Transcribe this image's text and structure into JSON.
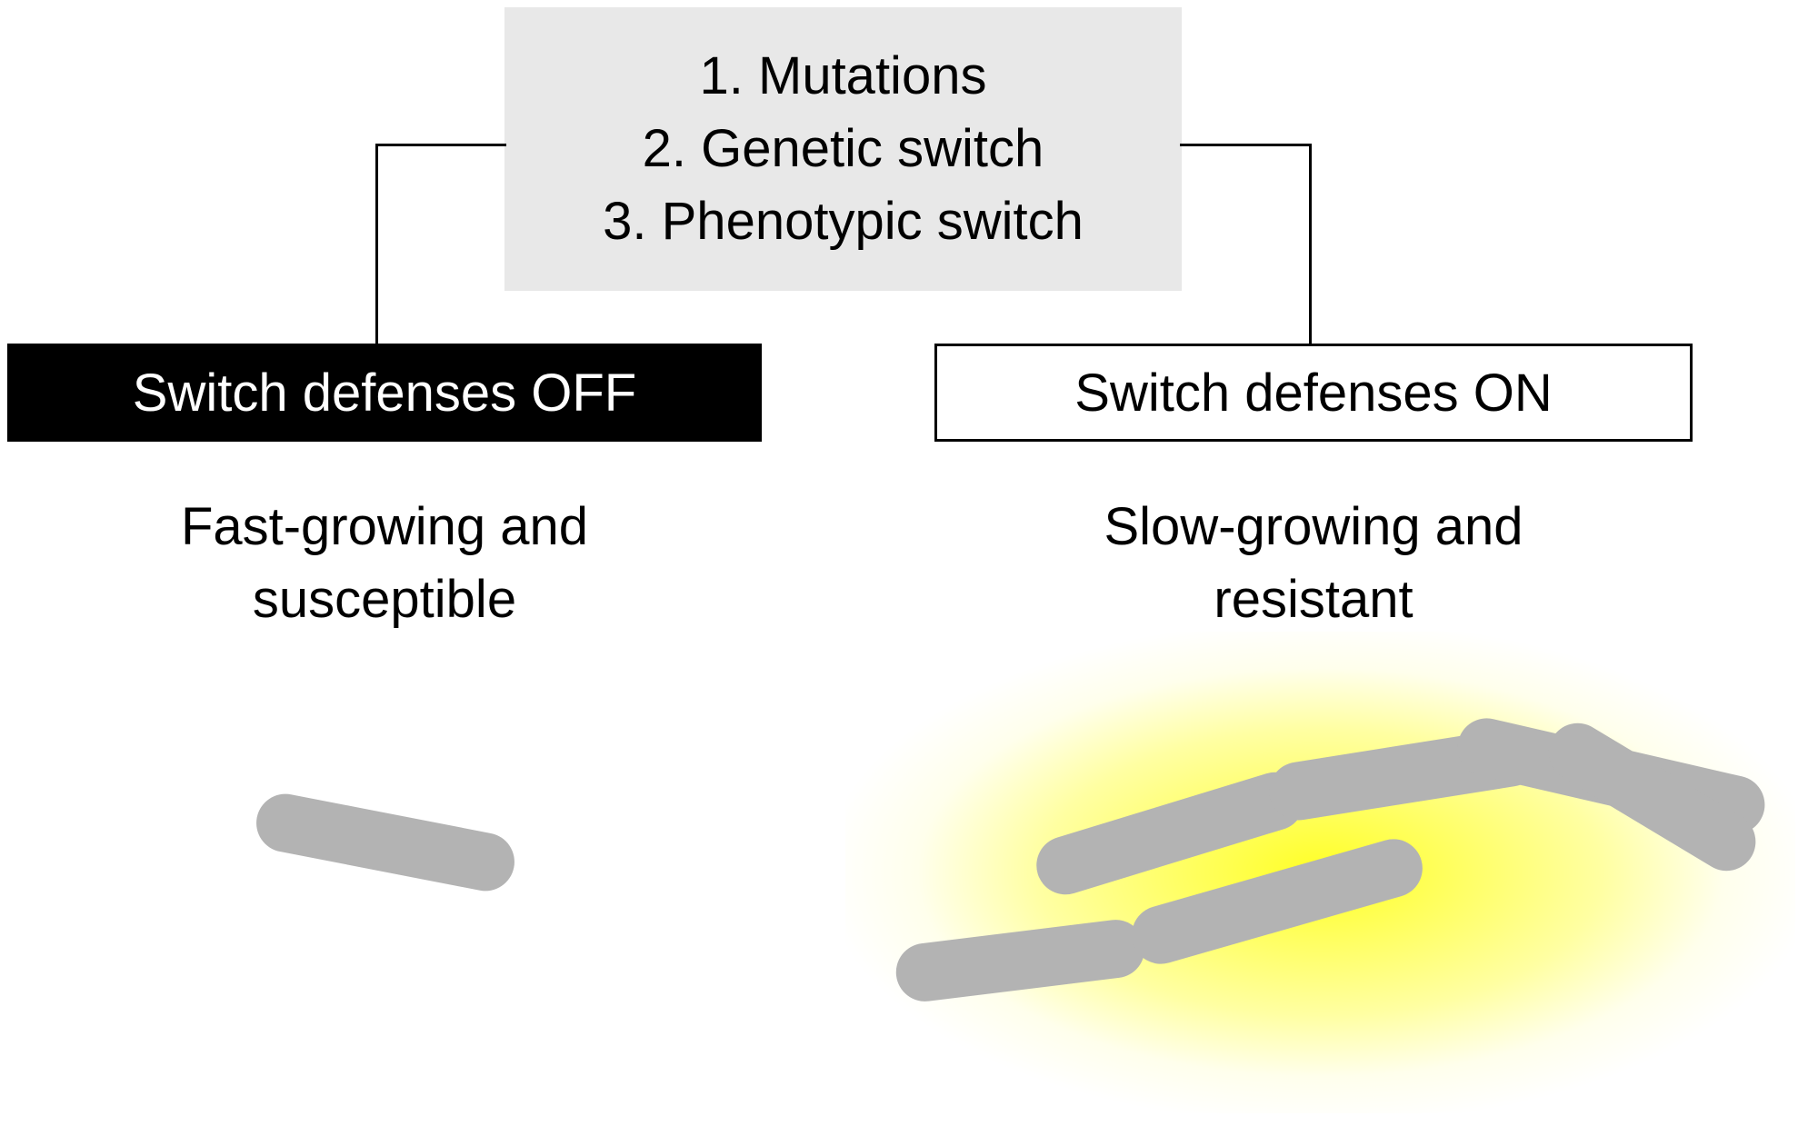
{
  "mechanisms_box": {
    "items": [
      "1. Mutations",
      "2. Genetic switch",
      "3. Phenotypic switch"
    ]
  },
  "off_branch": {
    "label": "Switch defenses OFF",
    "caption": "Fast-growing and\nsusceptible"
  },
  "on_branch": {
    "label": "Switch defenses ON",
    "caption": "Slow-growing and\nresistant"
  },
  "colors": {
    "mechanisms_box_bg": "#e8e8e8",
    "off_box_bg": "#000000",
    "off_box_text": "#ffffff",
    "on_box_bg": "#ffffff",
    "on_box_border": "#000000",
    "connector": "#000000",
    "bacteria_gray": "#b3b3b3",
    "glow_yellow": "#ffff00",
    "text": "#000000"
  }
}
